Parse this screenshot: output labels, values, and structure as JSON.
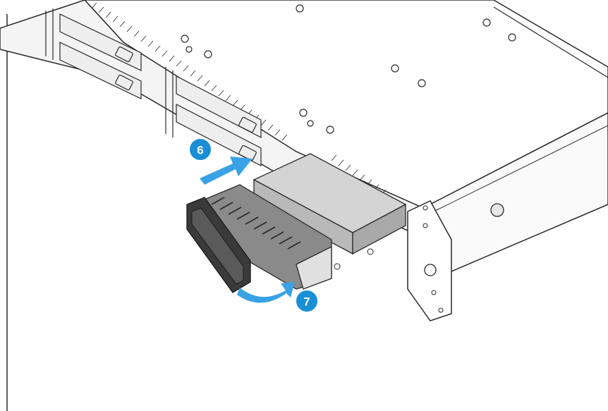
{
  "diagram": {
    "steps": [
      {
        "label": "6",
        "action": "push-arrow"
      },
      {
        "label": "7",
        "action": "rotate-arrow"
      }
    ]
  },
  "colors": {
    "line": "#2a2a2a",
    "chassis_top": "#ffffff",
    "chassis_front": "#f4f4f4",
    "drive_top": "#d4d4d4",
    "drive_side": "#b9b9b9",
    "tray": "#5a5a5a",
    "tray_dark": "#2e2e2e",
    "accent_blue": "#1a8fd6",
    "arrow_blue": "#3aa2e6"
  },
  "icons": [
    "screw-icon",
    "push-arrow-icon",
    "rotate-arrow-icon",
    "step-badge-icon"
  ]
}
